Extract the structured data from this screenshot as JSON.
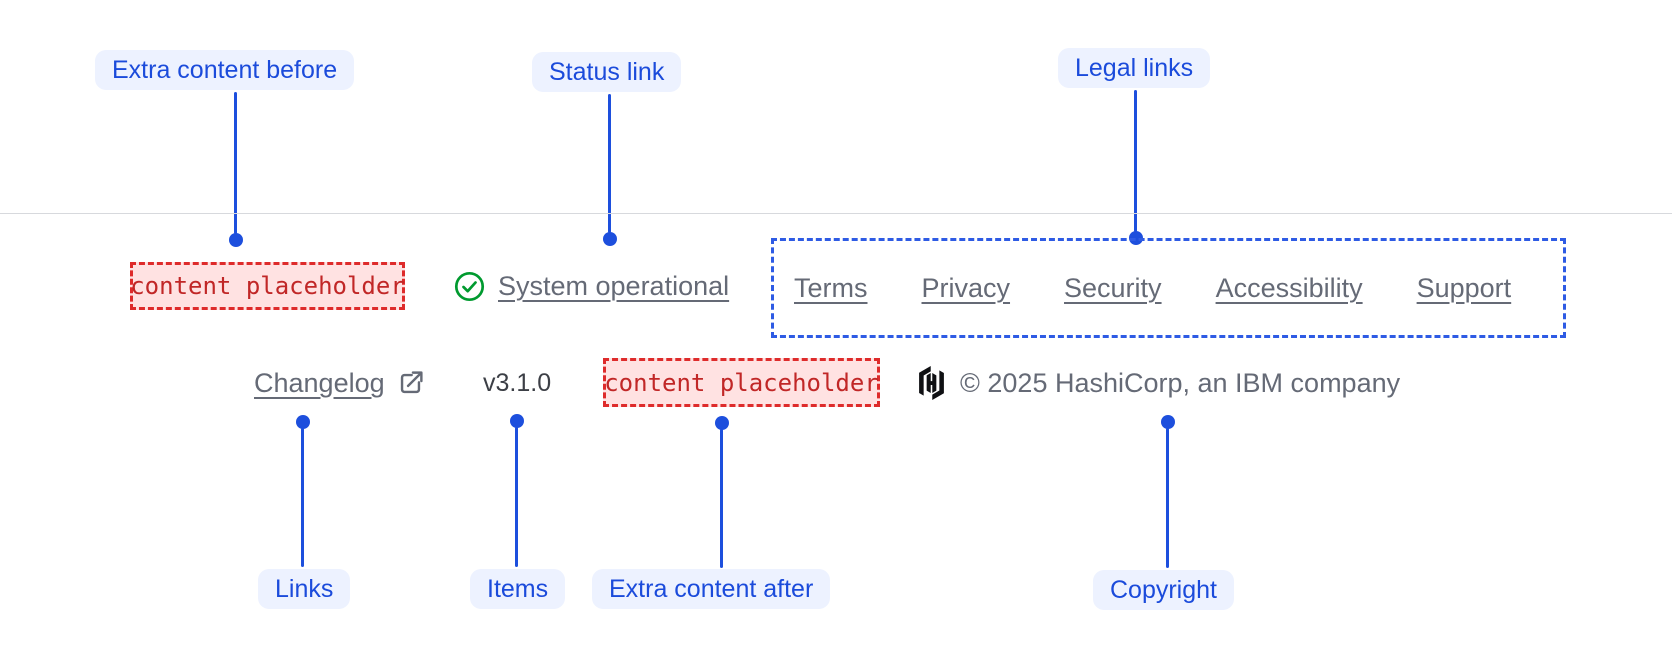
{
  "colors": {
    "annotation_blue": "#1b4bdb",
    "annotation_pill_bg": "#edf2ff",
    "connector_blue": "#1d4fdd",
    "link_gray": "#656a76",
    "version_gray": "#3c3f46",
    "placeholder_border_red": "#de2b2b",
    "placeholder_bg_pink": "#ffe2e2",
    "placeholder_text_red": "#c12727",
    "legal_outline_blue": "#2e5be4",
    "success_green": "#009a2f",
    "logo_black": "#0f1013",
    "divider_gray": "#d7d9dd"
  },
  "annotations": {
    "top": [
      {
        "label": "Extra content before"
      },
      {
        "label": "Status link"
      },
      {
        "label": "Legal links"
      }
    ],
    "bottom": [
      {
        "label": "Links"
      },
      {
        "label": "Items"
      },
      {
        "label": "Extra content after"
      },
      {
        "label": "Copyright"
      }
    ]
  },
  "footer": {
    "extra_content_before": {
      "placeholder": "content placeholder"
    },
    "status": {
      "icon": "check-circle-icon",
      "label": "System operational"
    },
    "legal_links": [
      "Terms",
      "Privacy",
      "Security",
      "Accessibility",
      "Support"
    ],
    "links": [
      {
        "label": "Changelog",
        "icon": "external-link-icon"
      }
    ],
    "items": {
      "version": "v3.1.0"
    },
    "extra_content_after": {
      "placeholder": "content placeholder"
    },
    "copyright": {
      "icon": "hashicorp-logo-icon",
      "text": "© 2025 HashiCorp, an IBM company"
    }
  }
}
